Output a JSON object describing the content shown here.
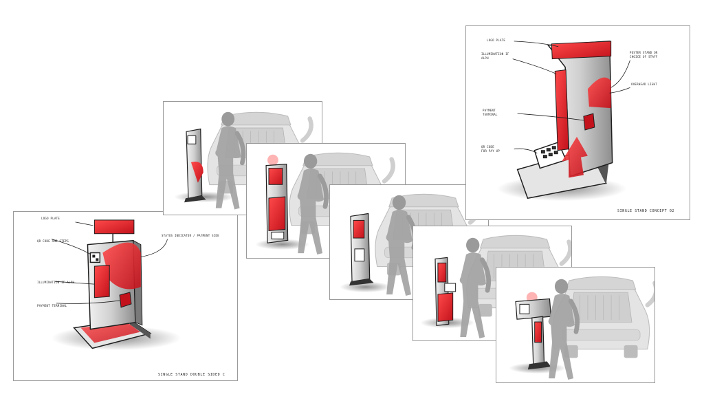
{
  "colors": {
    "accent_red": "#e8202a",
    "dark_red": "#a8141b",
    "ink": "#1e1e1e",
    "grey_figure": "#9c9c9c",
    "grey_car": "#c9c9c9",
    "frame_border": "#9a9a9a"
  },
  "sheet_right": {
    "labels": {
      "logo_plate": "LOGO PLATE",
      "illumination": "ILLUMINATION IF",
      "illumination_2": "ALPH",
      "poster_stand": "POSTER STAND OR",
      "poster_stand_2": "CHOICE OF STAFF",
      "overhead_light": "OVERHEAD LIGHT",
      "payment": "PAYMENT",
      "payment_2": "TERMINAL",
      "qr_code": "QR CODE",
      "qr_code_2": "FOR PAY UP"
    },
    "caption": "SINGLE STAND CONCEPT 02"
  },
  "sheet_left": {
    "labels": {
      "logo_plate": "LOGO PLATE",
      "qr_code": "QR CODE AND STEPS",
      "status_indicator": "STATUS INDICATOR / PAYMENT SIDE",
      "illumination": "ILLUMINATION IF ALPH",
      "payment_terminal": "PAYMENT TERMINAL"
    },
    "caption": "SINGLE STAND DOUBLE SIDED C"
  }
}
